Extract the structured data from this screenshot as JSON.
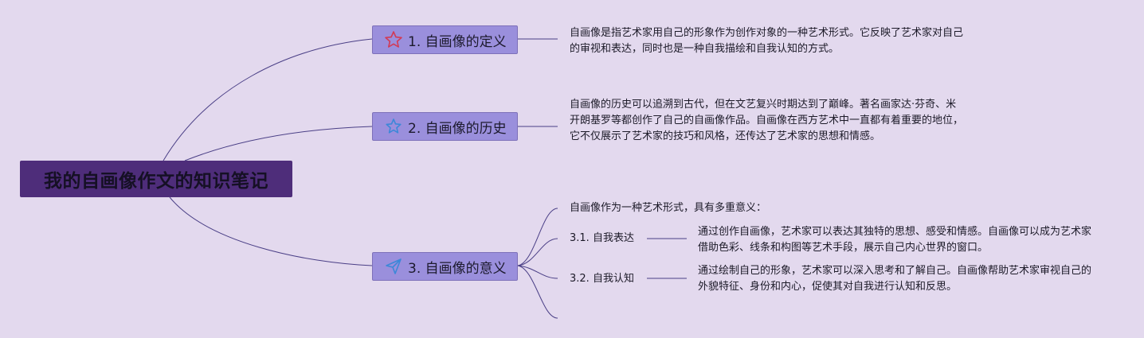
{
  "root": {
    "title": "我的自画像作文的知识笔记"
  },
  "topics": [
    {
      "label": "1. 自画像的定义",
      "icon": "star-outline-icon",
      "color": "#d23a55"
    },
    {
      "label": "2. 自画像的历史",
      "icon": "star-outline-icon",
      "color": "#3c88d8"
    },
    {
      "label": "3. 自画像的意义",
      "icon": "paper-plane-icon",
      "color": "#3c88d8"
    }
  ],
  "notes": {
    "definition": "自画像是指艺术家用自己的形象作为创作对象的一种艺术形式。它反映了艺术家对自己的审视和表达，同时也是一种自我描绘和自我认知的方式。",
    "history": "自画像的历史可以追溯到古代，但在文艺复兴时期达到了巅峰。著名画家达·芬奇、米开朗基罗等都创作了自己的自画像作品。自画像在西方艺术中一直都有着重要的地位，它不仅展示了艺术家的技巧和风格，还传达了艺术家的思想和情感。",
    "meaning_intro": "自画像作为一种艺术形式，具有多重意义："
  },
  "subtopics": [
    {
      "label": "3.1. 自我表达",
      "note": "通过创作自画像，艺术家可以表达其独特的思想、感受和情感。自画像可以成为艺术家借助色彩、线条和构图等艺术手段，展示自己内心世界的窗口。"
    },
    {
      "label": "3.2. 自我认知",
      "note": "通过绘制自己的形象，艺术家可以深入思考和了解自己。自画像帮助艺术家审视自己的外貌特征、身份和内心，促使其对自我进行认知和反思。"
    }
  ],
  "colors": {
    "background": "#e3d9ee",
    "root": "#4e2d7a",
    "topic": "#9a8fdc",
    "line": "#4a3f86"
  }
}
